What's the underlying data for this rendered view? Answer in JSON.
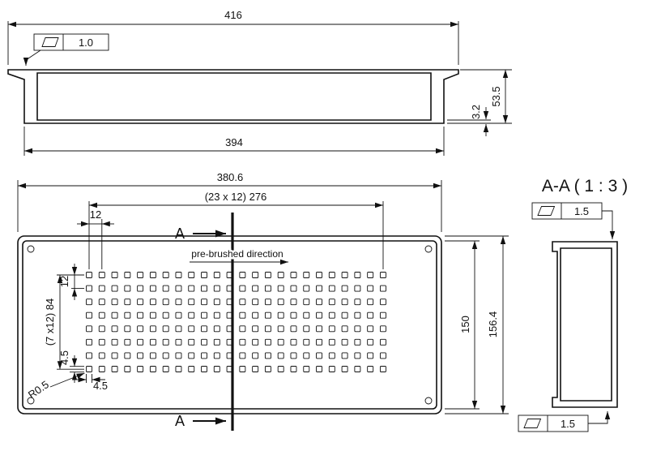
{
  "side_view": {
    "dim_width_outer": "416",
    "dim_width_inner": "394",
    "dim_height": "53.5",
    "dim_thickness": "3.2",
    "flatness_value": "1.0"
  },
  "plan_view": {
    "dim_width": "380.6",
    "dim_hole_span": "(23  x 12) 276",
    "dim_pitch_h": "12",
    "dim_pitch_v": "12",
    "dim_row_span": "(7 x12) 84",
    "dim_hole_h": "4.5",
    "dim_hole_w": "4.5",
    "dim_radius": "R0.5",
    "dim_inner_height": "150",
    "dim_outer_height": "156.4",
    "brushed_label": "pre-brushed direction",
    "section_label": "A",
    "holes": {
      "cols": 24,
      "rows": 8
    }
  },
  "section_view": {
    "title": "A-A ( 1 : 3 )",
    "flatness_top": "1.5",
    "flatness_bottom": "1.5"
  }
}
